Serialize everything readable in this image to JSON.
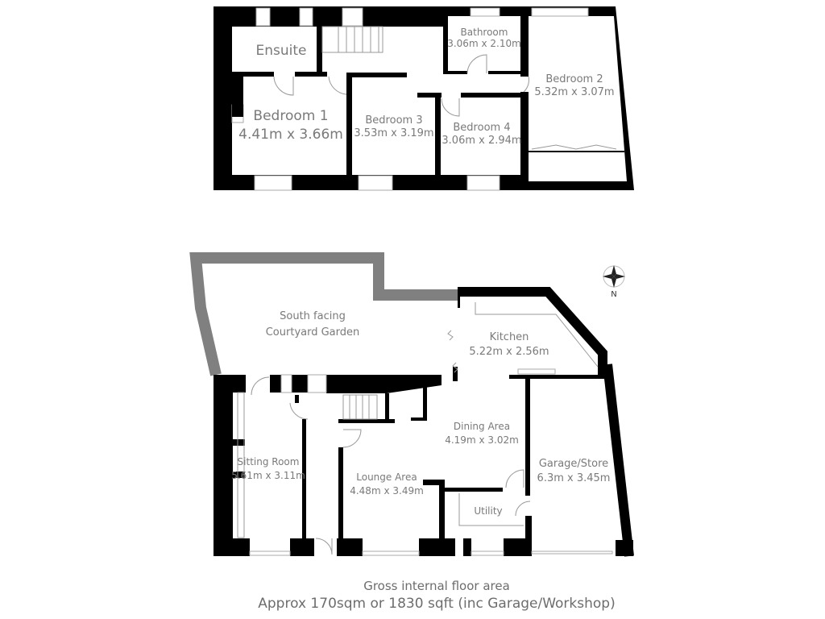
{
  "upper_floor": {
    "rooms": [
      {
        "name": "Ensuite",
        "dims": ""
      },
      {
        "name": "Bathroom",
        "dims": "3.06m x 2.10m"
      },
      {
        "name": "Bedroom 2",
        "dims": "5.32m x 3.07m"
      },
      {
        "name": "Bedroom 1",
        "dims": "4.41m x 3.66m"
      },
      {
        "name": "Bedroom 3",
        "dims": "3.53m x 3.19m"
      },
      {
        "name": "Bedroom 4",
        "dims": "3.06m x 2.94m"
      }
    ]
  },
  "ground_floor": {
    "garden": {
      "line1": "South facing",
      "line2": "Courtyard Garden"
    },
    "rooms": [
      {
        "name": "Kitchen",
        "dims": "5.22m x 2.56m"
      },
      {
        "name": "Dining Area",
        "dims": "4.19m x 3.02m"
      },
      {
        "name": "Sitting Room",
        "dims": "5.61m x 3.11m"
      },
      {
        "name": "Lounge Area",
        "dims": "4.48m x 3.49m"
      },
      {
        "name": "Garage/Store",
        "dims": "6.3m x 3.45m"
      },
      {
        "name": "Utility",
        "dims": ""
      }
    ],
    "compass_label": "N"
  },
  "caption": {
    "line1": "Gross internal floor area",
    "line2": "Approx 170sqm or 1830 sqft (inc Garage/Workshop)"
  },
  "colors": {
    "wall": "#000000",
    "garden_wall": "#808080",
    "text": "#7a7a7a"
  }
}
